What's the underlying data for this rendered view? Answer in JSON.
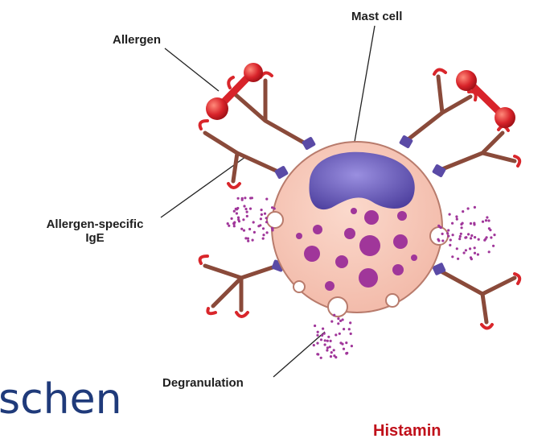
{
  "labels": {
    "mast_cell": "Mast cell",
    "allergen": "Allergen",
    "allergen_specific_line1": "Allergen-specific",
    "allergen_specific_line2": "IgE",
    "degranulation": "Degranulation"
  },
  "slide": {
    "partial_title": "schen",
    "histamin": "Histamin"
  },
  "colors": {
    "cell_fill": "#f7c7b8",
    "cell_stroke": "#b87b6c",
    "nucleus": "#6a5fb8",
    "granule": "#a0369a",
    "ige_stroke": "#8a4a3a",
    "ige_tip": "#d9262b",
    "allergen": "#d8232a",
    "receptor": "#5a4aa6",
    "title_blue": "#1f3a7a",
    "histamin_red": "#c0101a"
  }
}
